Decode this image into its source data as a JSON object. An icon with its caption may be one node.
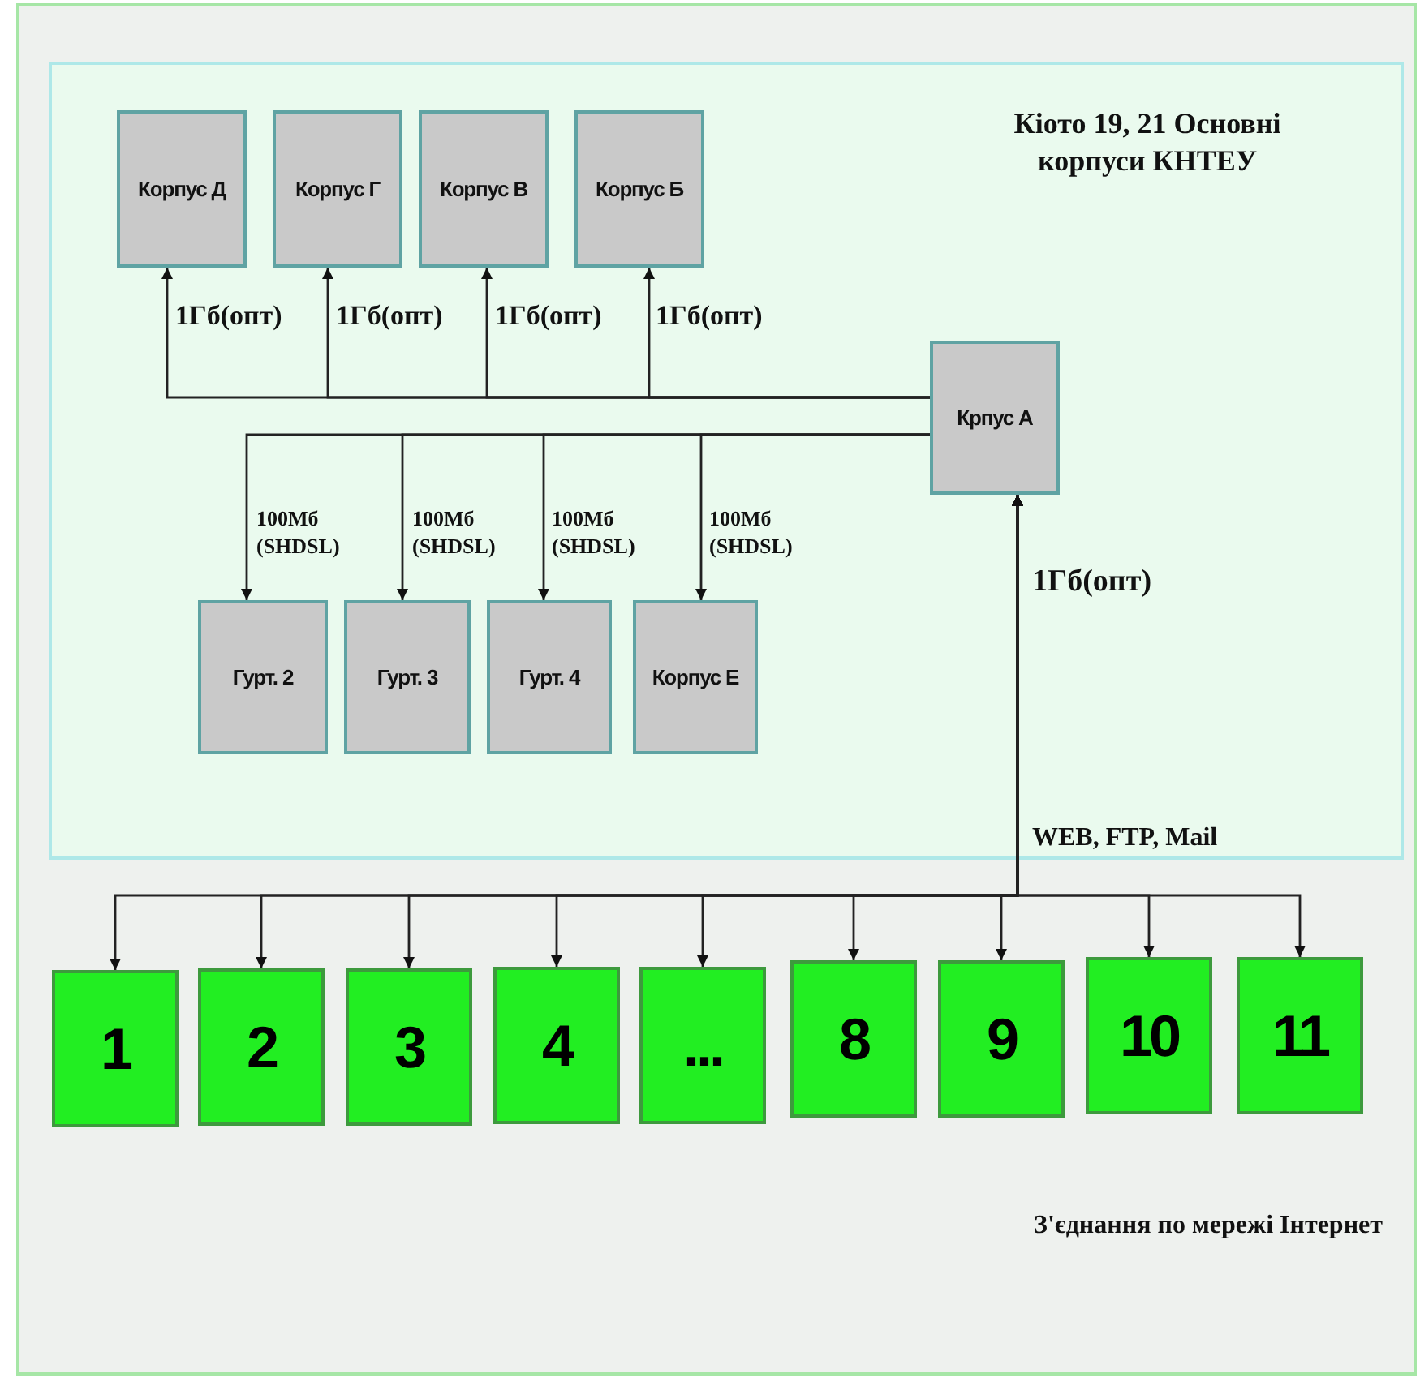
{
  "diagram": {
    "nodes": [
      {
        "text": [
          "З'єднання по мережі Інтернет"
        ]
      },
      {
        "text": [
          "Кіото 19, 21 Основні корпуси КНТЕУ"
        ],
        "in": 0
      },
      {
        "text": [
          "Корпус Д"
        ],
        "in": 1
      },
      {
        "text": [
          "Корпус Г"
        ],
        "in": 1
      },
      {
        "text": [
          "Корпус В"
        ],
        "in": 1
      },
      {
        "text": [
          "Корпус Б"
        ],
        "in": 1
      },
      {
        "text": [
          "Крпус А"
        ],
        "in": 1
      },
      {
        "text": [
          "Гурт. 2"
        ],
        "in": 1
      },
      {
        "text": [
          "Гурт. 3"
        ],
        "in": 1
      },
      {
        "text": [
          "Гурт. 4"
        ],
        "in": 1
      },
      {
        "text": [
          "Корпус Е"
        ],
        "in": 1
      },
      {
        "text": [
          "1"
        ],
        "in": 0
      },
      {
        "text": [
          "2"
        ],
        "in": 0
      },
      {
        "text": [
          "3"
        ],
        "in": 0
      },
      {
        "text": [
          "4"
        ],
        "in": 0
      },
      {
        "text": [
          "..."
        ],
        "in": 0
      },
      {
        "text": [
          "8"
        ],
        "in": 0
      },
      {
        "text": [
          "9"
        ],
        "in": 0
      },
      {
        "text": [
          "10"
        ],
        "in": 0
      },
      {
        "text": [
          "11"
        ],
        "in": 0
      }
    ],
    "edges": [
      {
        "from": 6,
        "to": 2,
        "arrow": "to",
        "label": "1Гб(опт)"
      },
      {
        "from": 6,
        "to": 3,
        "arrow": "to",
        "label": "1Гб(опт)"
      },
      {
        "from": 6,
        "to": 4,
        "arrow": "to",
        "label": "1Гб(опт)"
      },
      {
        "from": 6,
        "to": 5,
        "arrow": "to",
        "label": "1Гб(опт)"
      },
      {
        "from": 6,
        "to": 7,
        "arrow": "to",
        "label": "100Мб (SHDSL)"
      },
      {
        "from": 6,
        "to": 8,
        "arrow": "to",
        "label": "100Мб (SHDSL)"
      },
      {
        "from": 6,
        "to": 9,
        "arrow": "to",
        "label": "100Мб (SHDSL)"
      },
      {
        "from": 6,
        "to": 10,
        "arrow": "to",
        "label": "100Мб (SHDSL)"
      },
      {
        "from": 6,
        "to": 11,
        "arrow": "both"
      },
      {
        "from": 6,
        "to": 12,
        "arrow": "both"
      },
      {
        "from": 6,
        "to": 13,
        "arrow": "both"
      },
      {
        "from": 6,
        "to": 14,
        "arrow": "both"
      },
      {
        "from": 6,
        "to": 15,
        "arrow": "both"
      },
      {
        "from": 6,
        "to": 16,
        "arrow": "both"
      },
      {
        "from": 6,
        "to": 17,
        "arrow": "both"
      },
      {
        "from": 6,
        "to": 18,
        "arrow": "both"
      },
      {
        "from": 6,
        "to": 19,
        "arrow": "both"
      }
    ],
    "labels": [
      "1Гб(опт)",
      "WEB, FTP, Mail"
    ]
  }
}
